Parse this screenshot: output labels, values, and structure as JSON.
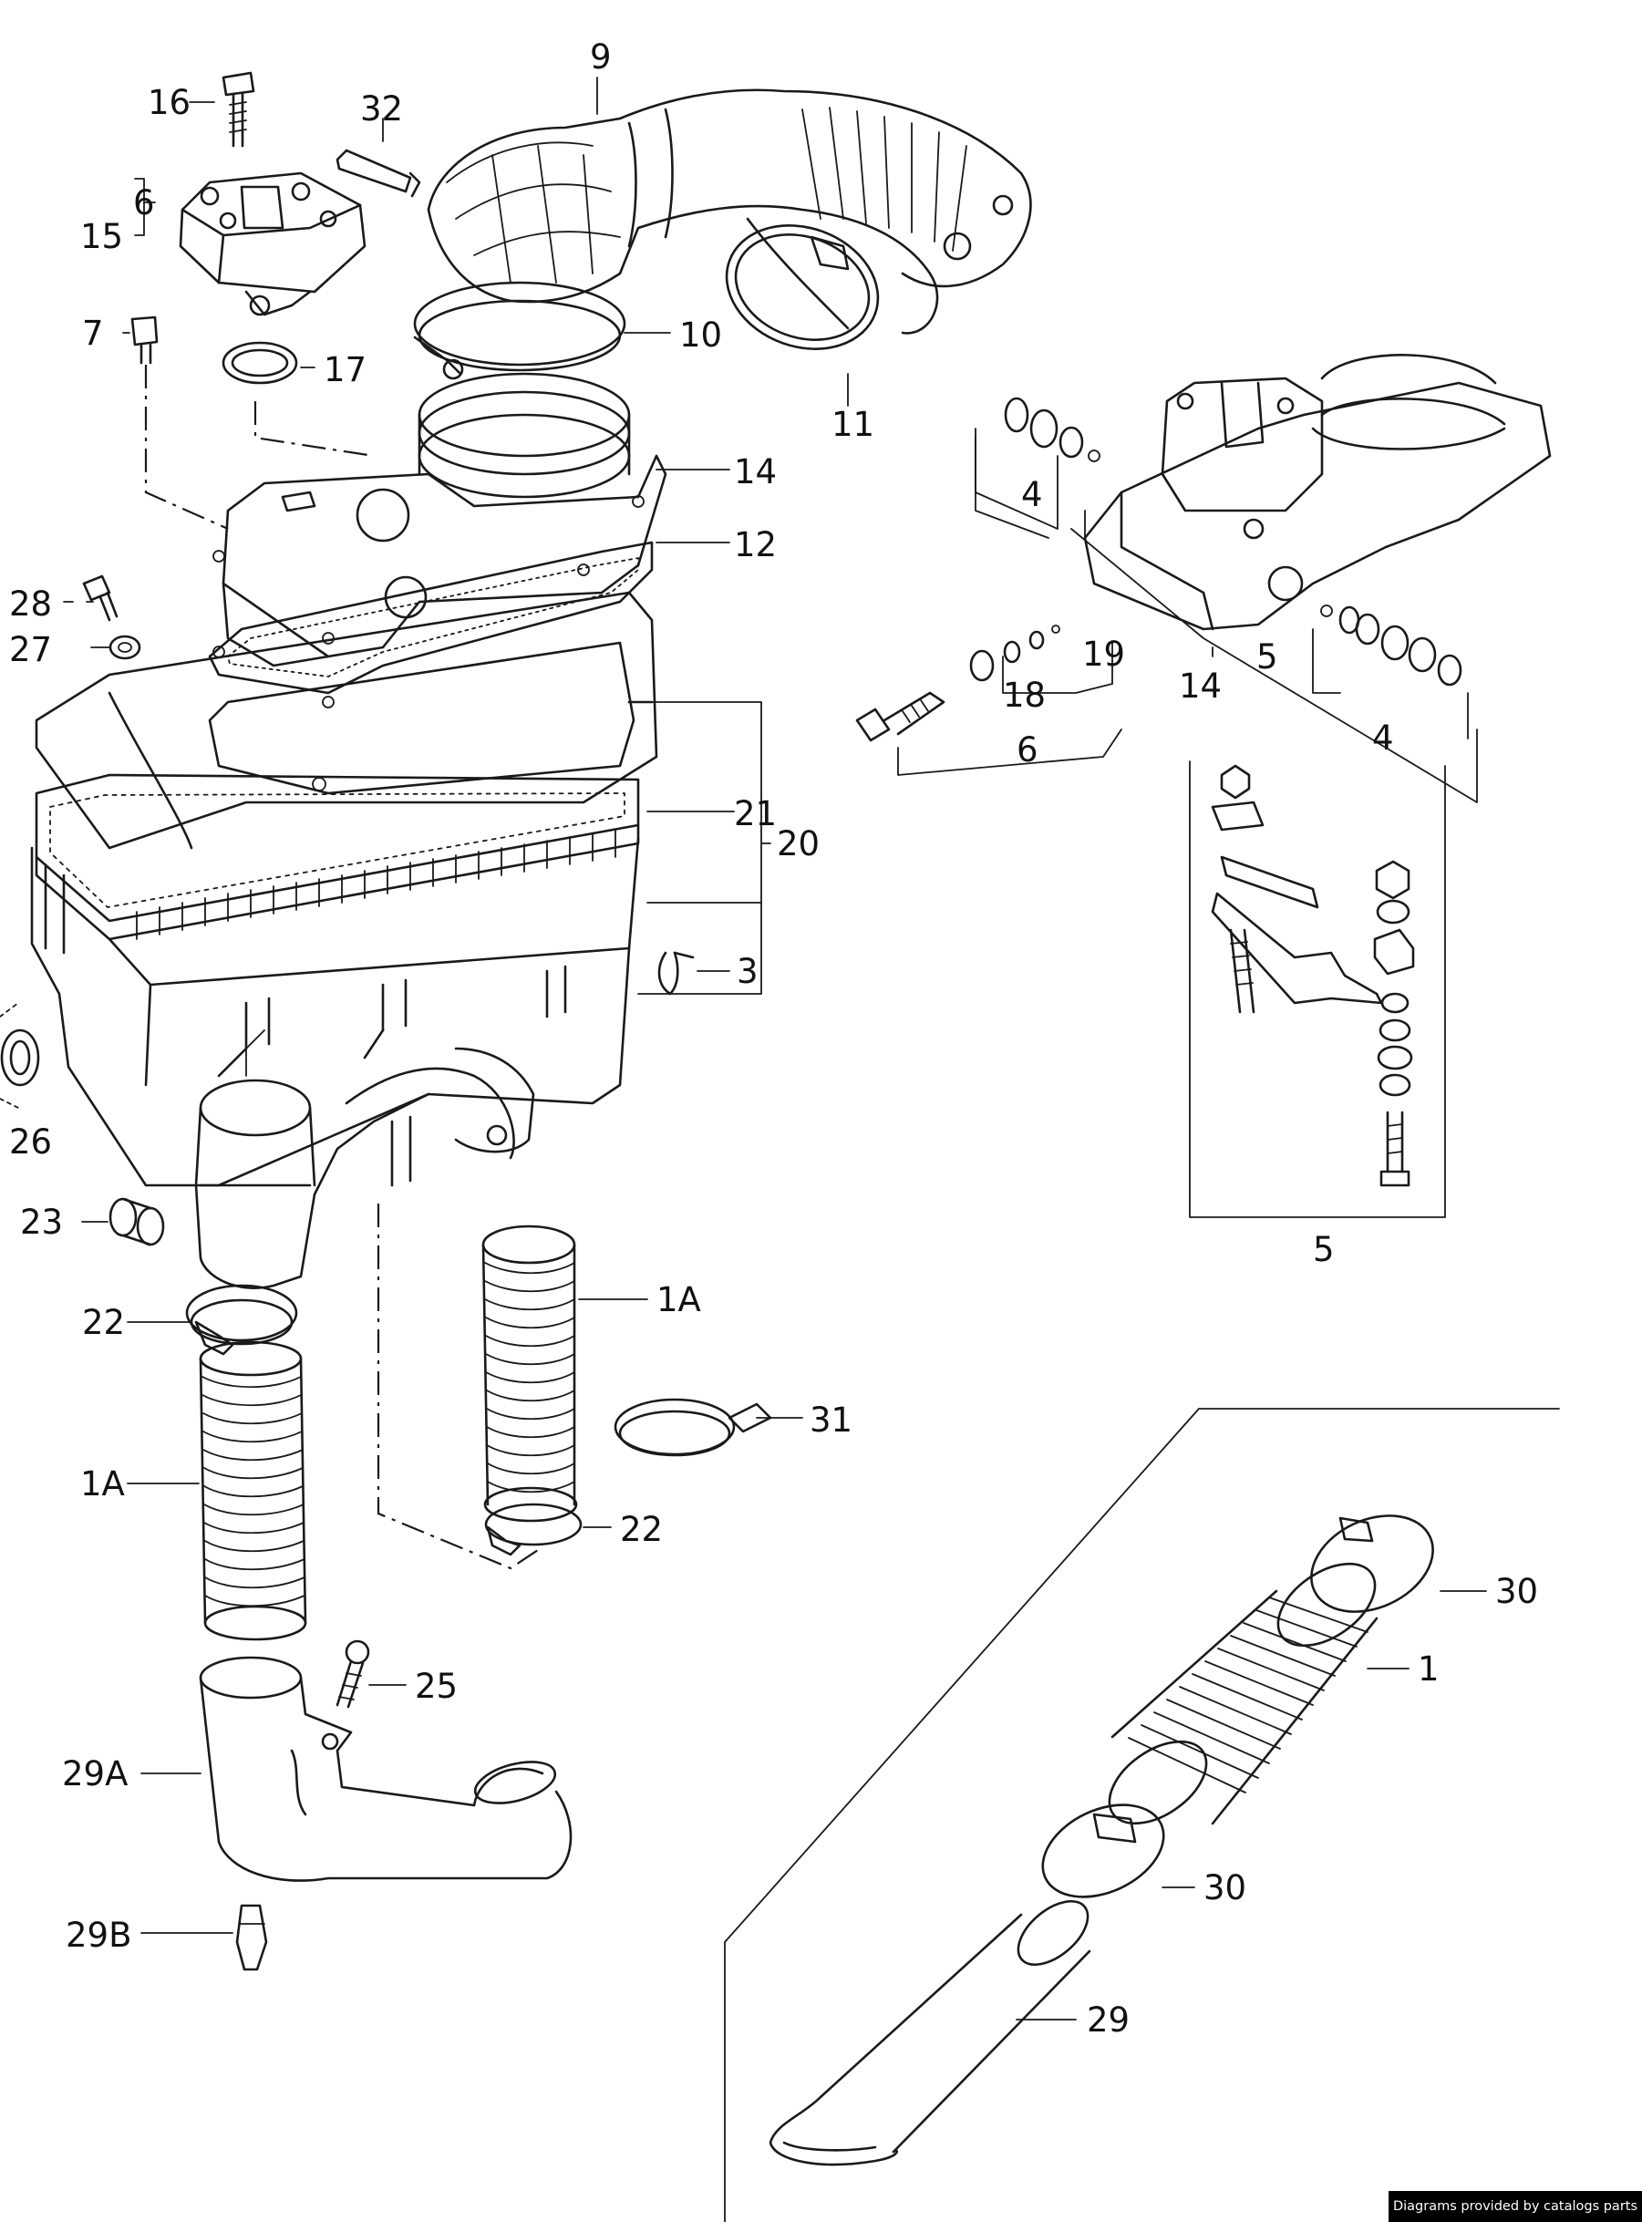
{
  "callouts": {
    "c1": "1",
    "c1A_top": "1A",
    "c1A_left": "1A",
    "c3": "3",
    "c4_right": "4",
    "c4_left": "4",
    "c5_top": "5",
    "c5_bottom": "5",
    "c6_top": "6",
    "c6_mid": "6",
    "c7": "7",
    "c9": "9",
    "c10": "10",
    "c11": "11",
    "c12": "12",
    "c14_right": "14",
    "c14_mid": "14",
    "c15": "15",
    "c16": "16",
    "c17": "17",
    "c18": "18",
    "c19": "19",
    "c20": "20",
    "c21": "21",
    "c22_left": "22",
    "c22_mid": "22",
    "c23": "23",
    "c25": "25",
    "c26": "26",
    "c27": "27",
    "c28": "28",
    "c29": "29",
    "c29A": "29A",
    "c29B": "29B",
    "c30_top": "30",
    "c30_bottom": "30",
    "c31": "31",
    "c32": "32"
  },
  "credit": "Diagrams provided by catalogs parts"
}
